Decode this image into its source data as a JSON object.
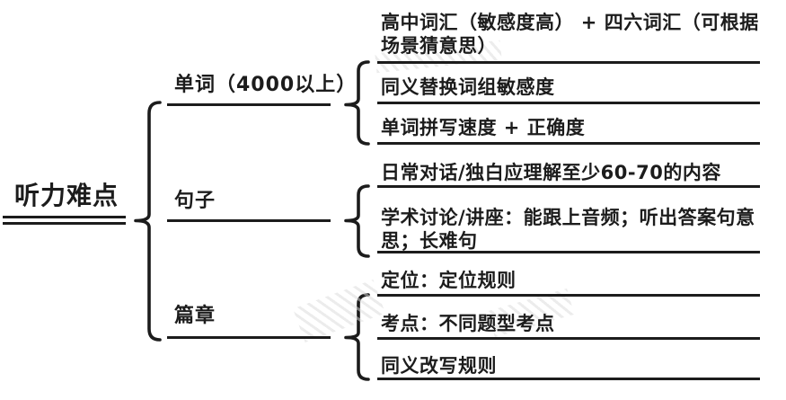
{
  "diagram": {
    "type": "mindmap-logic-chart",
    "root": {
      "label": "听力难点"
    },
    "branches": [
      {
        "label": "单词（4000以上）",
        "children": [
          "高中词汇（敏感度高） + 四六词汇（可根据场景猜意思）",
          "同义替换词组敏感度",
          "单词拼写速度 + 正确度"
        ]
      },
      {
        "label": "句子",
        "children": [
          "日常对话/独白应理解至少60-70的内容",
          "学术讨论/讲座：能跟上音频；听出答案句意思；长难句"
        ]
      },
      {
        "label": "篇章",
        "children": [
          "定位：定位规则",
          "考点：不同题型考点",
          "同义改写规则"
        ]
      }
    ],
    "colors": {
      "text": "#1c1c1c",
      "line": "#1c1c1c",
      "background": "#ffffff",
      "watermark": "#d9d9d9"
    }
  }
}
